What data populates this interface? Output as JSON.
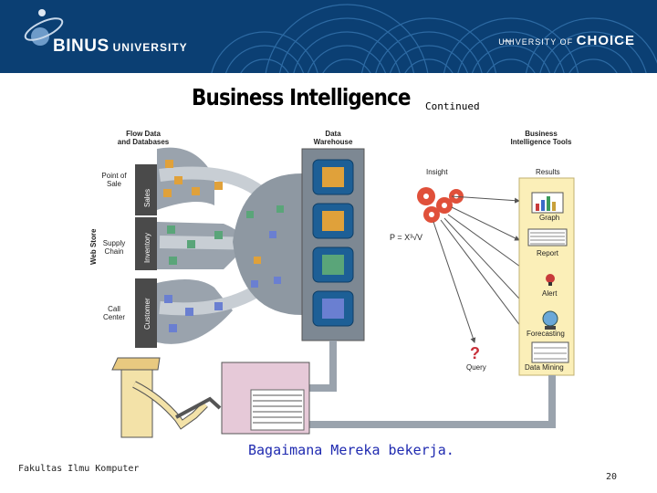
{
  "header": {
    "brand": "BINUS",
    "brand_suffix": "UNIVERSITY",
    "tagline_prefix": "UNIVERSITY OF",
    "tagline_word": "CHOICE",
    "bg_color": "#0b3f73"
  },
  "slide": {
    "title": "Business Intelligence",
    "title_suffix": "Continued",
    "caption": "Bagaimana Mereka bekerja.",
    "footer": "Fakultas Ilmu Komputer",
    "page_number": "20"
  },
  "diagram": {
    "headers": {
      "flow": "Flow Data\nand Databases",
      "warehouse": "Data\nWarehouse",
      "bi_tools": "Business\nIntelligence Tools",
      "insight": "Insight",
      "results": "Results"
    },
    "web_store": "Web Store",
    "sources": [
      {
        "label": "Point of\nSale",
        "db": "Sales"
      },
      {
        "label": "Supply\nChain",
        "db": "Inventory"
      },
      {
        "label": "Call\nCenter",
        "db": "Customer"
      }
    ],
    "formula": "P = X³√V",
    "query_label": "Query",
    "results": [
      "Graph",
      "Report",
      "Alert",
      "Forecasting",
      "Data Mining"
    ]
  }
}
